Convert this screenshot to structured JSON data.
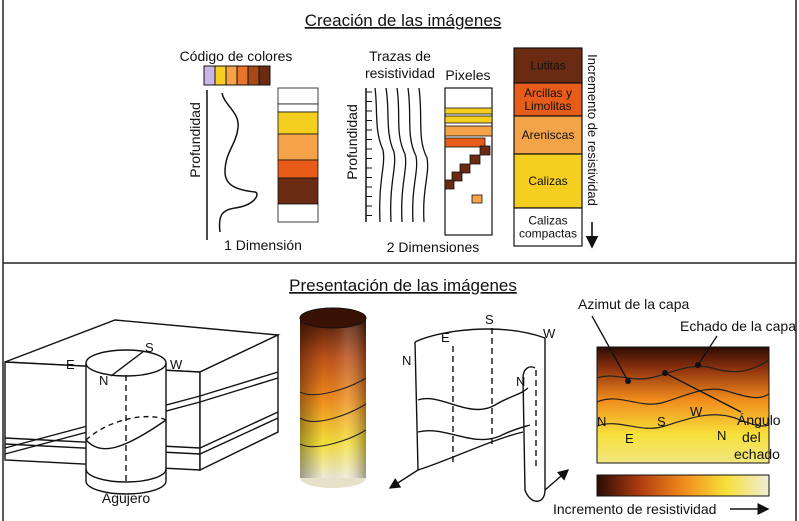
{
  "top": {
    "title": "Creación de las imágenes",
    "color_code_label": "Código de colores",
    "depth_label": "Profundidad",
    "one_d_label": "1 Dimensión",
    "resistivity_traces_line1": "Trazas de",
    "resistivity_traces_line2": "resistividad",
    "pixels_label": "Pixeles",
    "two_d_label": "2 Dimensiones",
    "increment_label": "Incremento de resistividad",
    "legend": [
      {
        "label": "Lutitas",
        "color": "#6b2a12",
        "text_color": "#ffffff"
      },
      {
        "label": "Arcillas y Limolitas",
        "color": "#e85c1a",
        "text_color": "#ffffff"
      },
      {
        "label": "Areniscas",
        "color": "#f4a348",
        "text_color": "#222222"
      },
      {
        "label": "Calizas",
        "color": "#f5cf1f",
        "text_color": "#222222"
      },
      {
        "label": "Calizas compactas",
        "color": "#ffffff",
        "text_color": "#222222"
      }
    ],
    "color_code_swatches": [
      "#c9b6e4",
      "#f5cf1f",
      "#f4a348",
      "#e8732a",
      "#a84a18",
      "#6b2a12"
    ]
  },
  "bottom": {
    "title": "Presentación de las imágenes",
    "borehole_label": "Agujero",
    "azimuth_label": "Azimut de la capa",
    "dip_label": "Echado de la capa",
    "angle_label_1": "Ángulo",
    "angle_label_2": "del",
    "angle_label_3": "echado",
    "resistivity_increase_label": "Incremento de resistividad",
    "compass": {
      "n": "N",
      "s": "S",
      "e": "E",
      "w": "W"
    }
  },
  "colors": {
    "dark": "#4a1a08",
    "orange": "#f08a1c",
    "yellow": "#f7e03a",
    "pale": "#efecd8"
  }
}
